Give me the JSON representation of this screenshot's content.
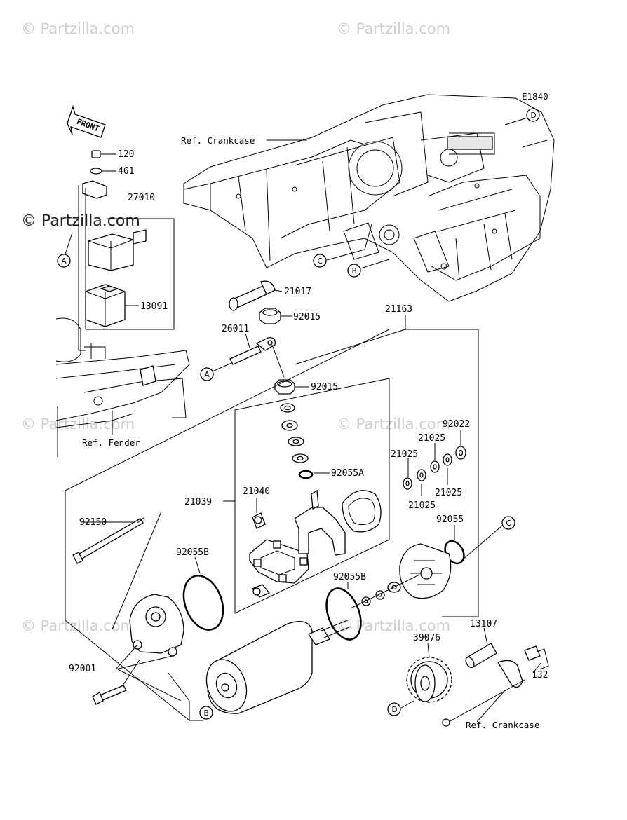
{
  "diagram": {
    "code": "E1840",
    "front_label": "FRONT",
    "watermark": "© Partzilla.com",
    "part_numbers": {
      "p120": "120",
      "p461": "461",
      "p27010": "27010",
      "p13091": "13091",
      "p21017": "21017",
      "p92015a": "92015",
      "p26011": "26011",
      "p92015b": "92015",
      "p21163": "21163",
      "p92022": "92022",
      "p21025a": "21025",
      "p21025b": "21025",
      "p21025c": "21025",
      "p21025d": "21025",
      "p92055A": "92055A",
      "p21040": "21040",
      "p21039": "21039",
      "p92150": "92150",
      "p92055B_left": "92055B",
      "p92055B_right": "92055B",
      "p92055": "92055",
      "p92001": "92001",
      "p39076": "39076",
      "p13107": "13107",
      "p132": "132"
    },
    "refs": {
      "crankcase_top": "Ref. Crankcase",
      "fender": "Ref. Fender",
      "crankcase_bottom": "Ref. Crankcase"
    },
    "callouts": {
      "A1": "A",
      "A2": "A",
      "B1": "B",
      "B2": "B",
      "C1": "C",
      "C2": "C",
      "D1": "D",
      "D2": "D"
    }
  }
}
